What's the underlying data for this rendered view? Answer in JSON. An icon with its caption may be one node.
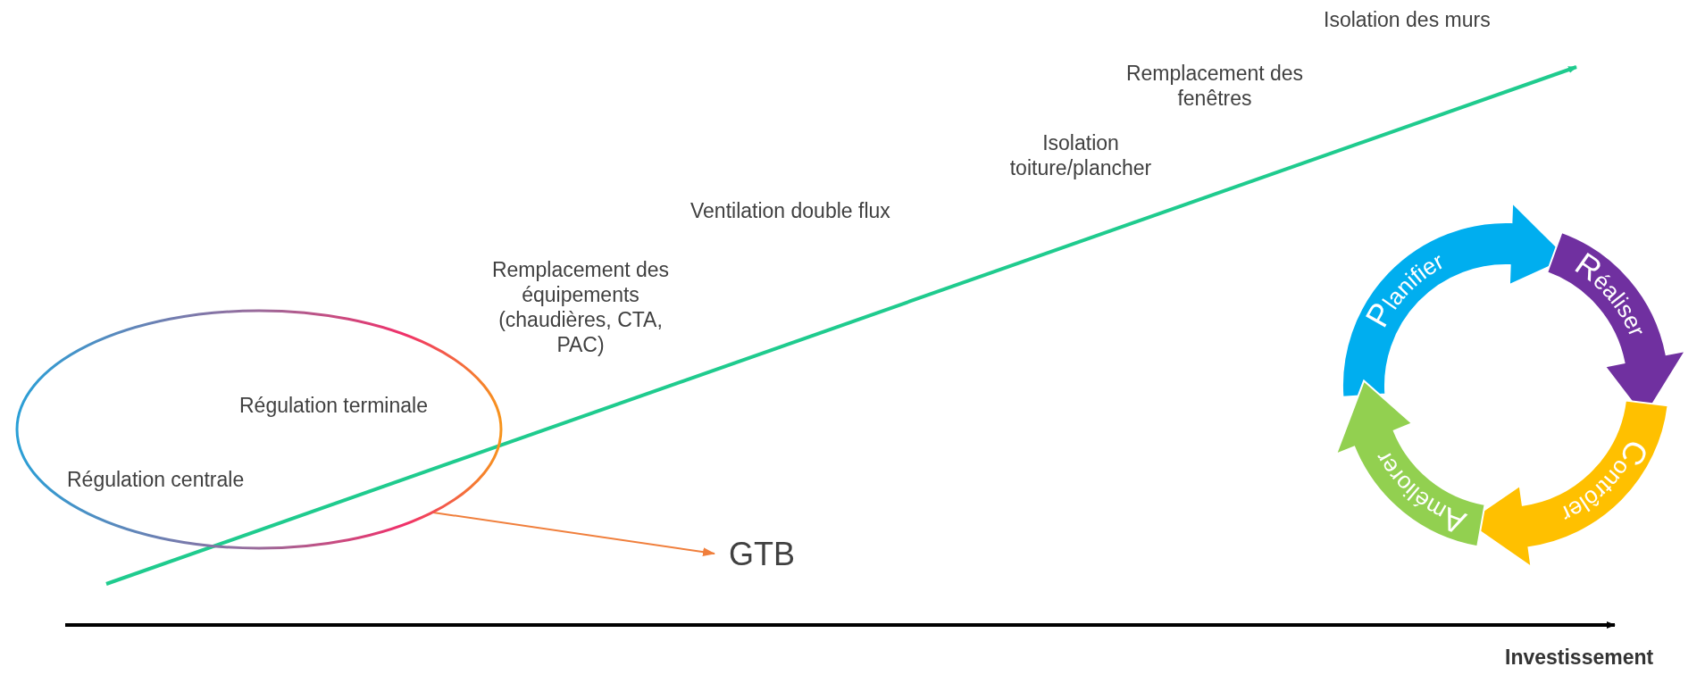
{
  "diagram": {
    "nodes": [
      {
        "text": [
          "Régulation terminale",
          "Régulation centrale"
        ]
      },
      {
        "text": [
          "GTB"
        ]
      },
      {
        "text": [
          "Planifier"
        ]
      },
      {
        "text": [
          "Réaliser"
        ]
      },
      {
        "text": [
          "Contrôler"
        ]
      },
      {
        "text": [
          "Améliorer"
        ]
      }
    ],
    "edges": [
      {
        "from": 0,
        "to": 1,
        "arrow": "to",
        "color": "#f07f3c"
      }
    ],
    "labels": [
      "Isolation des murs",
      "Remplacement des fenêtres",
      "Isolation toiture/plancher",
      "Ventilation double flux",
      "Remplacement des équipements (chaudières, CTA, PAC)",
      "Investissement"
    ]
  }
}
